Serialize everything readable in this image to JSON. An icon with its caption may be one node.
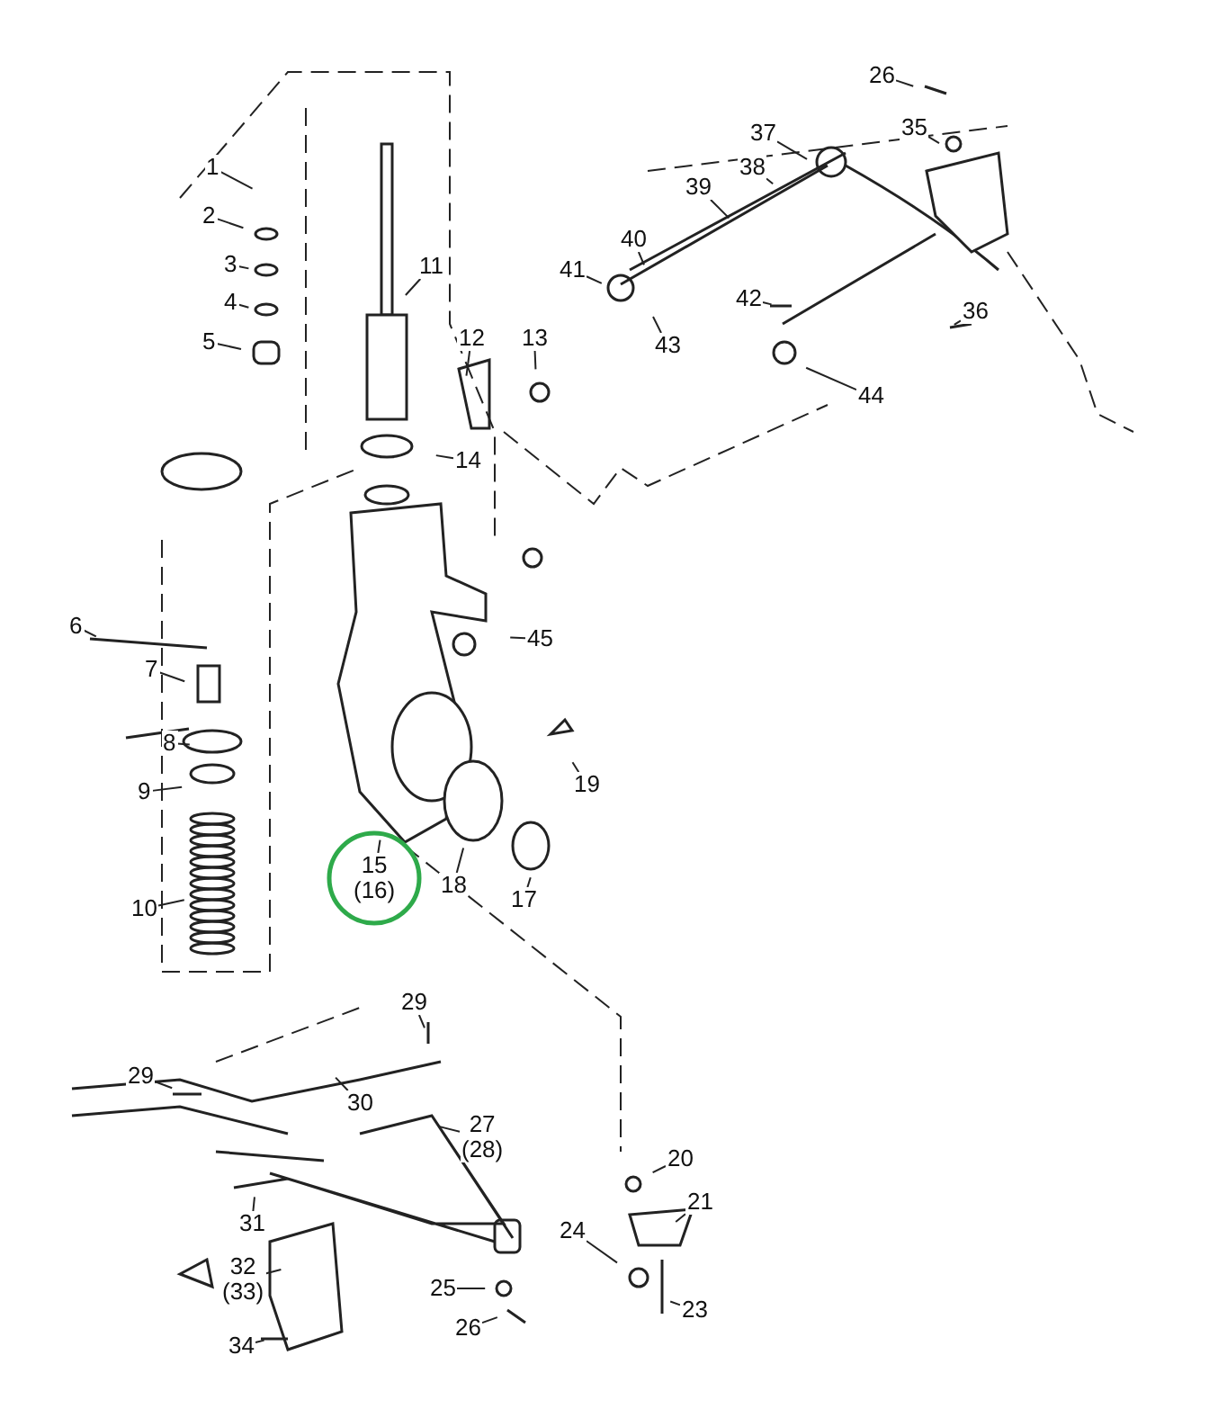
{
  "diagram": {
    "nodes": [
      {
        "text": [
          "1"
        ]
      },
      {
        "text": [
          "2"
        ]
      },
      {
        "text": [
          "3"
        ]
      },
      {
        "text": [
          "4"
        ]
      },
      {
        "text": [
          "5"
        ]
      },
      {
        "text": [
          "11"
        ]
      },
      {
        "text": [
          "12"
        ]
      },
      {
        "text": [
          "13"
        ]
      },
      {
        "text": [
          "14"
        ]
      },
      {
        "text": [
          "6"
        ]
      },
      {
        "text": [
          "7"
        ]
      },
      {
        "text": [
          "45"
        ]
      },
      {
        "text": [
          "8"
        ]
      },
      {
        "text": [
          "9"
        ]
      },
      {
        "text": [
          "10"
        ]
      },
      {
        "text": [
          "15",
          "(16)"
        ]
      },
      {
        "text": [
          "18"
        ]
      },
      {
        "text": [
          "17"
        ]
      },
      {
        "text": [
          "19"
        ]
      },
      {
        "text": [
          "29"
        ]
      },
      {
        "text": [
          "29"
        ]
      },
      {
        "text": [
          "30"
        ]
      },
      {
        "text": [
          "27",
          "(28)"
        ]
      },
      {
        "text": [
          "31"
        ]
      },
      {
        "text": [
          "32",
          "(33)"
        ]
      },
      {
        "text": [
          "34"
        ]
      },
      {
        "text": [
          "20"
        ]
      },
      {
        "text": [
          "21"
        ]
      },
      {
        "text": [
          "24"
        ]
      },
      {
        "text": [
          "25"
        ]
      },
      {
        "text": [
          "26"
        ]
      },
      {
        "text": [
          "23"
        ]
      },
      {
        "text": [
          "26"
        ]
      },
      {
        "text": [
          "35"
        ]
      },
      {
        "text": [
          "37"
        ]
      },
      {
        "text": [
          "38"
        ]
      },
      {
        "text": [
          "39"
        ]
      },
      {
        "text": [
          "40"
        ]
      },
      {
        "text": [
          "41"
        ]
      },
      {
        "text": [
          "43"
        ]
      },
      {
        "text": [
          "42"
        ]
      },
      {
        "text": [
          "44"
        ]
      },
      {
        "text": [
          "36"
        ]
      }
    ],
    "edges": [
      {
        "from": 0,
        "to": null,
        "arrow": "none"
      },
      {
        "from": 1,
        "to": null,
        "arrow": "none"
      },
      {
        "from": 2,
        "to": null,
        "arrow": "none"
      },
      {
        "from": 3,
        "to": null,
        "arrow": "none"
      },
      {
        "from": 4,
        "to": null,
        "arrow": "none"
      },
      {
        "from": 5,
        "to": null,
        "arrow": "none"
      },
      {
        "from": 6,
        "to": null,
        "arrow": "none"
      },
      {
        "from": 7,
        "to": null,
        "arrow": "none"
      },
      {
        "from": 8,
        "to": null,
        "arrow": "none"
      },
      {
        "from": 9,
        "to": null,
        "arrow": "none"
      },
      {
        "from": 10,
        "to": null,
        "arrow": "none"
      },
      {
        "from": 11,
        "to": null,
        "arrow": "none"
      },
      {
        "from": 12,
        "to": null,
        "arrow": "none"
      },
      {
        "from": 13,
        "to": null,
        "arrow": "none"
      },
      {
        "from": 14,
        "to": null,
        "arrow": "none"
      },
      {
        "from": 15,
        "to": null,
        "arrow": "none"
      },
      {
        "from": 16,
        "to": null,
        "arrow": "none"
      },
      {
        "from": 17,
        "to": null,
        "arrow": "none"
      },
      {
        "from": 18,
        "to": null,
        "arrow": "none"
      },
      {
        "from": 19,
        "to": null,
        "arrow": "none"
      },
      {
        "from": 20,
        "to": null,
        "arrow": "none"
      },
      {
        "from": 21,
        "to": null,
        "arrow": "none"
      },
      {
        "from": 22,
        "to": null,
        "arrow": "none"
      },
      {
        "from": 23,
        "to": null,
        "arrow": "none"
      },
      {
        "from": 24,
        "to": null,
        "arrow": "none"
      },
      {
        "from": 25,
        "to": null,
        "arrow": "none"
      },
      {
        "from": 26,
        "to": null,
        "arrow": "none"
      },
      {
        "from": 27,
        "to": null,
        "arrow": "none"
      },
      {
        "from": 28,
        "to": null,
        "arrow": "none"
      },
      {
        "from": 29,
        "to": null,
        "arrow": "none"
      },
      {
        "from": 30,
        "to": null,
        "arrow": "none"
      },
      {
        "from": 31,
        "to": null,
        "arrow": "none"
      },
      {
        "from": 32,
        "to": null,
        "arrow": "none"
      },
      {
        "from": 33,
        "to": null,
        "arrow": "none"
      },
      {
        "from": 34,
        "to": null,
        "arrow": "none"
      },
      {
        "from": 35,
        "to": null,
        "arrow": "none"
      },
      {
        "from": 36,
        "to": null,
        "arrow": "none"
      },
      {
        "from": 37,
        "to": null,
        "arrow": "none"
      },
      {
        "from": 38,
        "to": null,
        "arrow": "none"
      },
      {
        "from": 39,
        "to": null,
        "arrow": "none"
      },
      {
        "from": 40,
        "to": null,
        "arrow": "none"
      },
      {
        "from": 41,
        "to": null,
        "arrow": "none"
      },
      {
        "from": 42,
        "to": null,
        "arrow": "none"
      }
    ]
  }
}
